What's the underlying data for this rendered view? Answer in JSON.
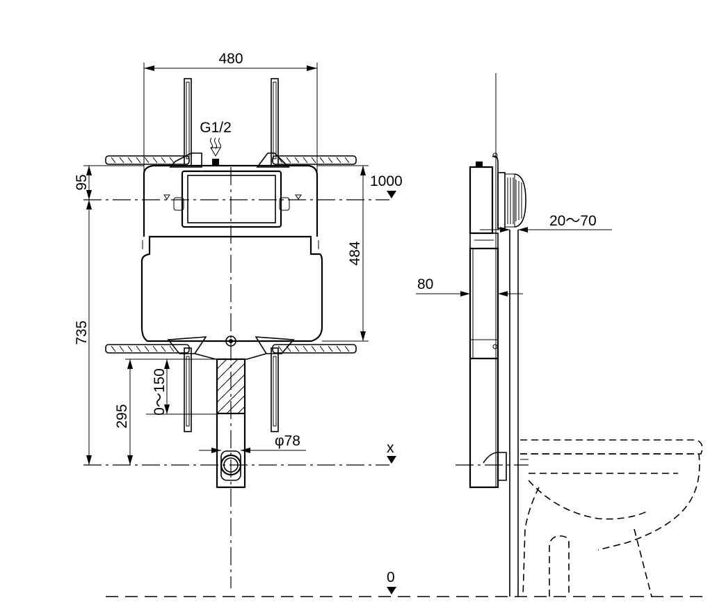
{
  "drawing": {
    "labels": {
      "width_480": "480",
      "inlet": "G1/2",
      "top_95": "95",
      "level_1000": "1000",
      "height_484": "484",
      "height_735": "735",
      "range_0_150": "0～150",
      "height_295": "295",
      "dia_78": "φ78",
      "axis_x": "x",
      "level_0": "0",
      "depth_20_70": "20～70",
      "depth_80": "80"
    }
  }
}
